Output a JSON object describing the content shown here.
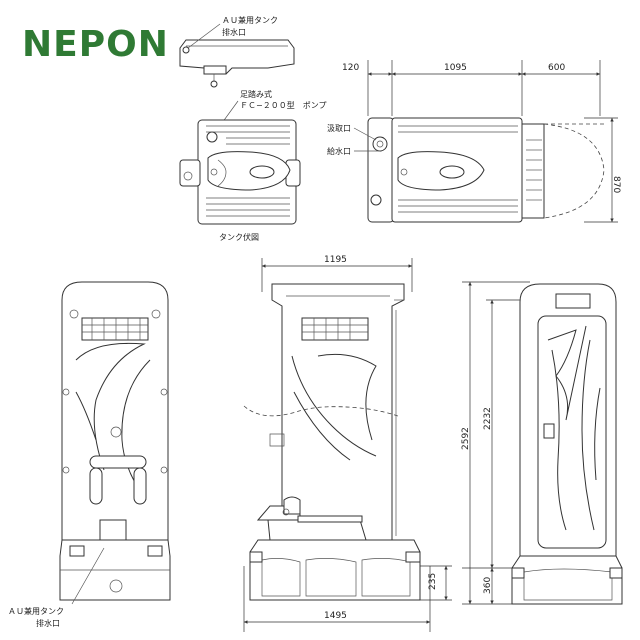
{
  "brand": {
    "name": "NEPON",
    "color": "#2f7a34"
  },
  "labels": {
    "au_tank_top": "ＡＵ兼用タンク",
    "drain_top": "排水口",
    "foot_pump_1": "足踏み式",
    "foot_pump_2": "ＦＣ−２００型　ポンプ",
    "tank_view": "タンク伏図",
    "intake": "汲取口",
    "water_inlet": "給水口",
    "au_tank_bottom": "ＡＵ兼用タンク",
    "drain_bottom": "排水口"
  },
  "dimensions": {
    "plan_w1": "120",
    "plan_w2": "1095",
    "plan_w3": "600",
    "plan_depth": "870",
    "side_width_top": "1195",
    "side_width_bottom": "1495",
    "height_total": "2592",
    "height_inner": "2232",
    "base_height": "235",
    "base_height_front": "360"
  }
}
